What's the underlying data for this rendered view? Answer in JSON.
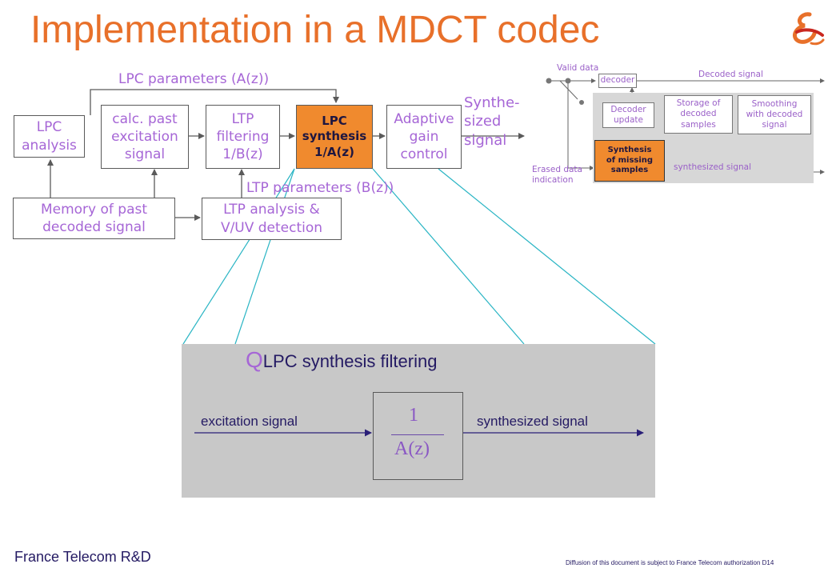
{
  "title": "Implementation in a MDCT codec",
  "main_diagram": {
    "labels": {
      "lpc_params": "LPC parameters (A(z))",
      "ltp_params": "LTP parameters (B(z))",
      "synth_out": "Synthe-\nsized\nsignal"
    },
    "blocks": {
      "lpc_analysis": "LPC\nanalysis",
      "calc_past": "calc. past\nexcitation\nsignal",
      "ltp_filtering": "LTP\nfiltering\n1/B(z)",
      "lpc_synthesis": "LPC\nsynthesis\n1/A(z)",
      "adaptive_gain": "Adaptive\ngain\ncontrol",
      "memory": "Memory of past\ndecoded signal",
      "ltp_analysis": "LTP analysis &\nV/UV detection"
    },
    "colors": {
      "block_text": "#a666d6",
      "highlight": "#f08a2e",
      "title": "#e8702a",
      "zoom_lines": "#2ab5c4"
    }
  },
  "mini_diagram": {
    "labels": {
      "valid_data": "Valid data",
      "decoded_signal": "Decoded signal",
      "erased": "Erased data\nindication",
      "synthesized_signal": "synthesized signal"
    },
    "blocks": {
      "decoder": "decoder",
      "decoder_update": "Decoder\nupdate",
      "storage": "Storage of\ndecoded\nsamples",
      "smoothing": "Smoothing\nwith decoded\nsignal",
      "synthesis_missing": "Synthesis\nof missing\nsamples"
    }
  },
  "zoom_panel": {
    "bullet": "Q",
    "title": "LPC synthesis filtering",
    "input_label": "excitation signal",
    "output_label": "synthesized signal",
    "numerator": "1",
    "denominator": "A(z)"
  },
  "footer": {
    "org": "France Telecom R&D",
    "notice": "Diffusion of  this document  is subject to France Telecom  authorization      D14"
  },
  "logo_icon": "france-telecom-logo-icon"
}
